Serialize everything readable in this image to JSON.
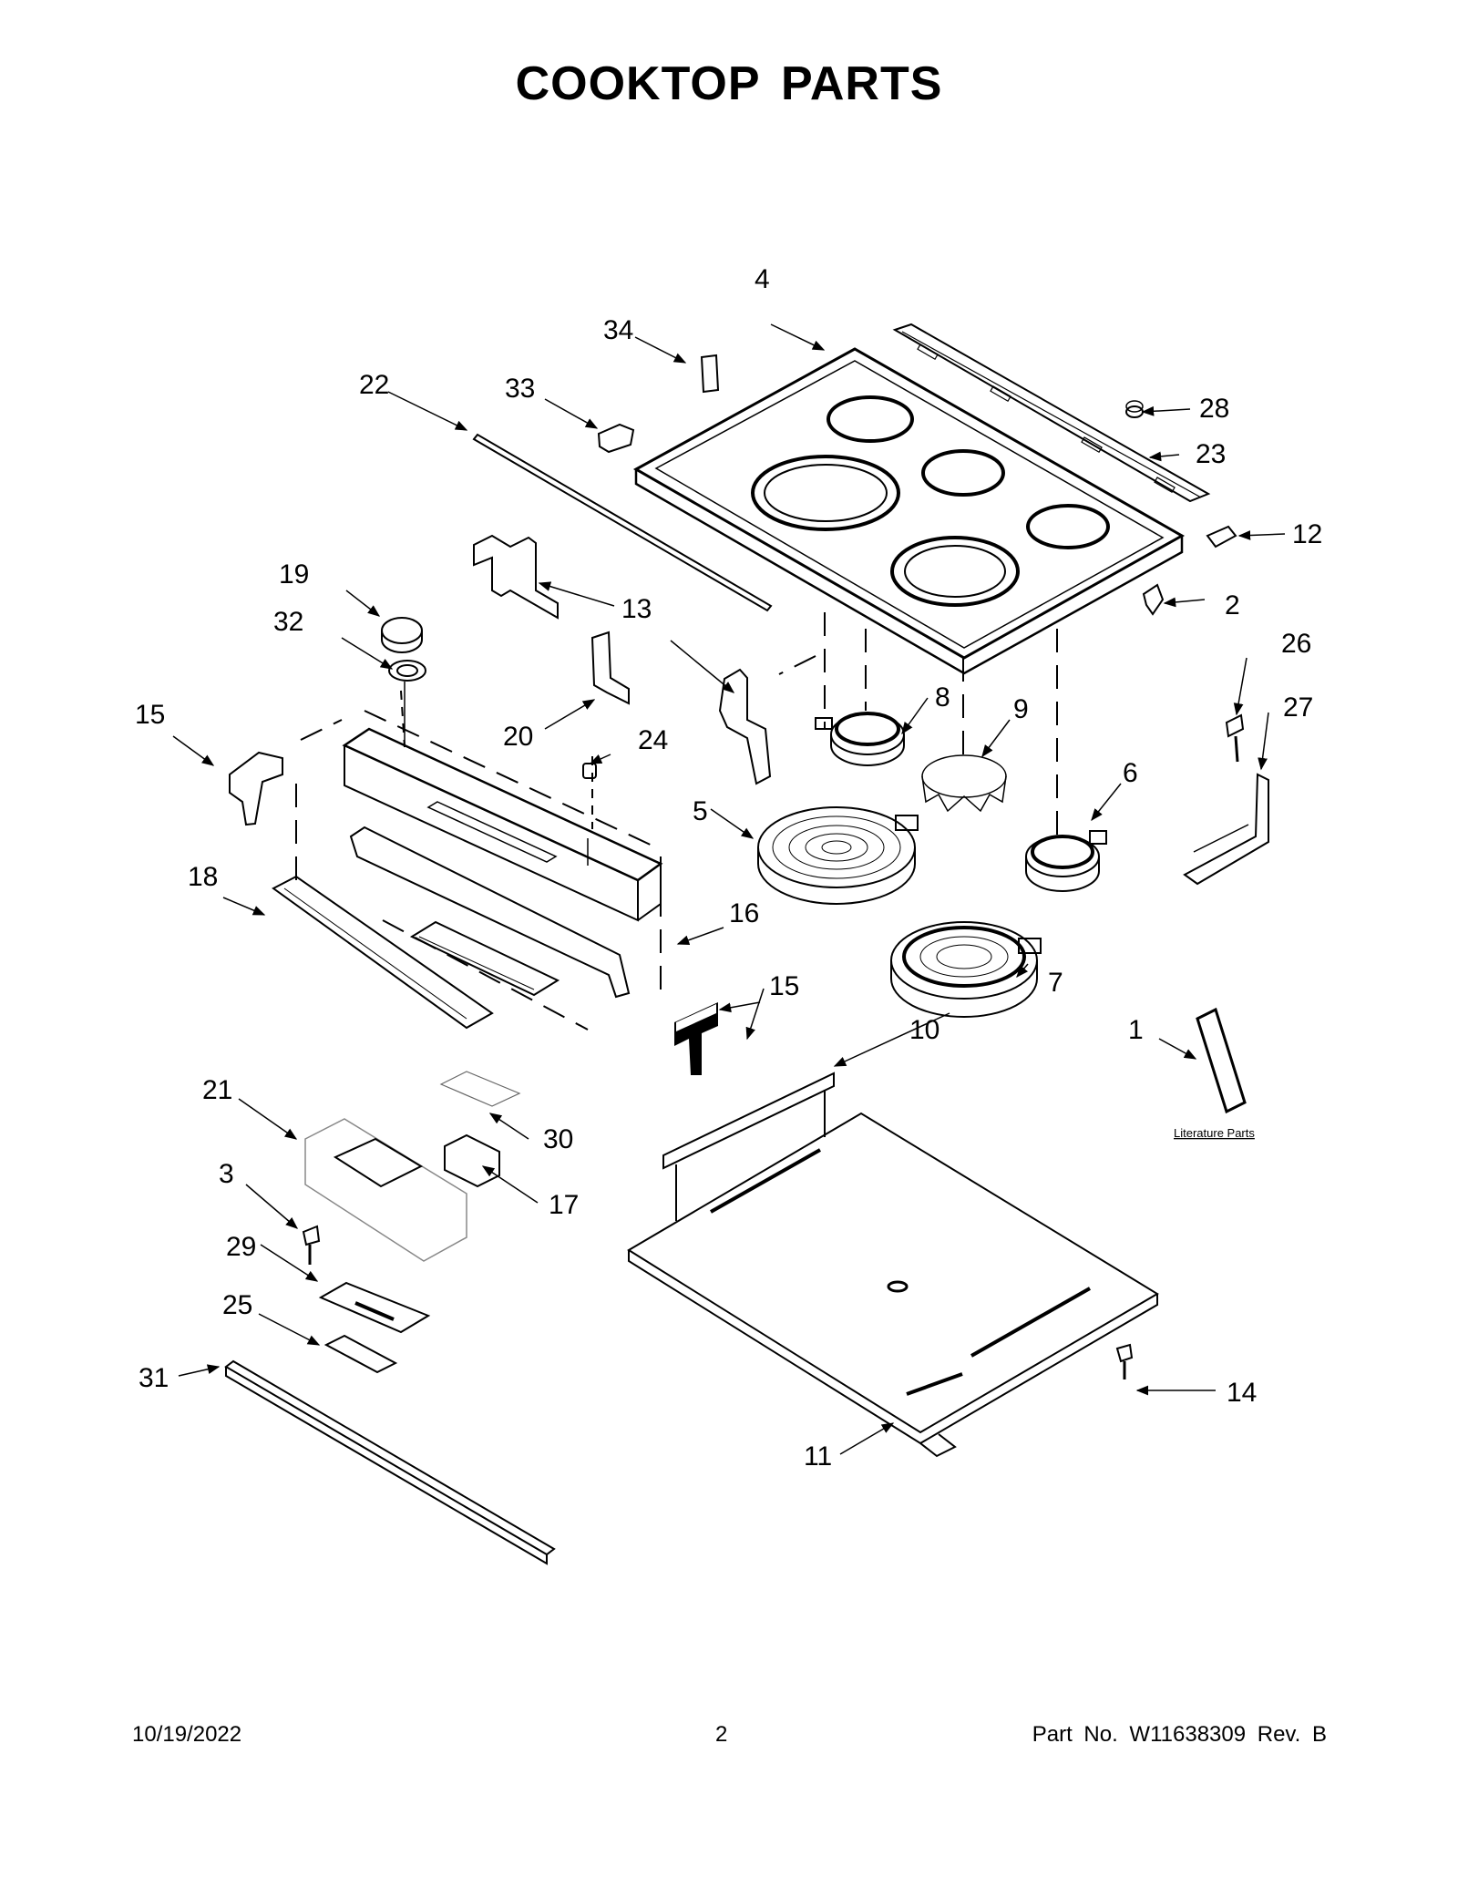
{
  "title": "COOKTOP PARTS",
  "callouts": [
    "1",
    "2",
    "3",
    "4",
    "5",
    "6",
    "7",
    "8",
    "9",
    "10",
    "11",
    "12",
    "13",
    "13",
    "14",
    "15",
    "15",
    "16",
    "17",
    "18",
    "19",
    "20",
    "21",
    "22",
    "23",
    "24",
    "25",
    "26",
    "27",
    "28",
    "29",
    "30",
    "31",
    "32",
    "33",
    "34"
  ],
  "literature_label": "Literature Parts",
  "footer": {
    "date": "10/19/2022",
    "page": "2",
    "part": "Part No.  W11638309  Rev.  B"
  }
}
